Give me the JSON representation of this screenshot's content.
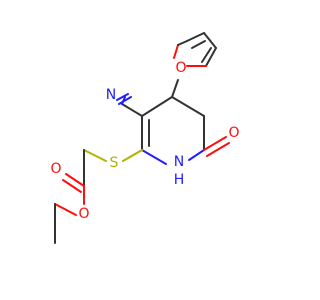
{
  "molecule": {
    "atoms": {
      "furan_o": "O",
      "cyano_n": "N",
      "carbonyl_o": "O",
      "nh_label": "H",
      "nh_n": "N",
      "sulfur": "S",
      "ester_o_double": "O",
      "ester_o_single": "O"
    },
    "colors": {
      "bond": "#333333",
      "oxygen": "#ff0d0d",
      "nitrogen": "#2020ff",
      "sulfur": "#b2b200"
    }
  }
}
